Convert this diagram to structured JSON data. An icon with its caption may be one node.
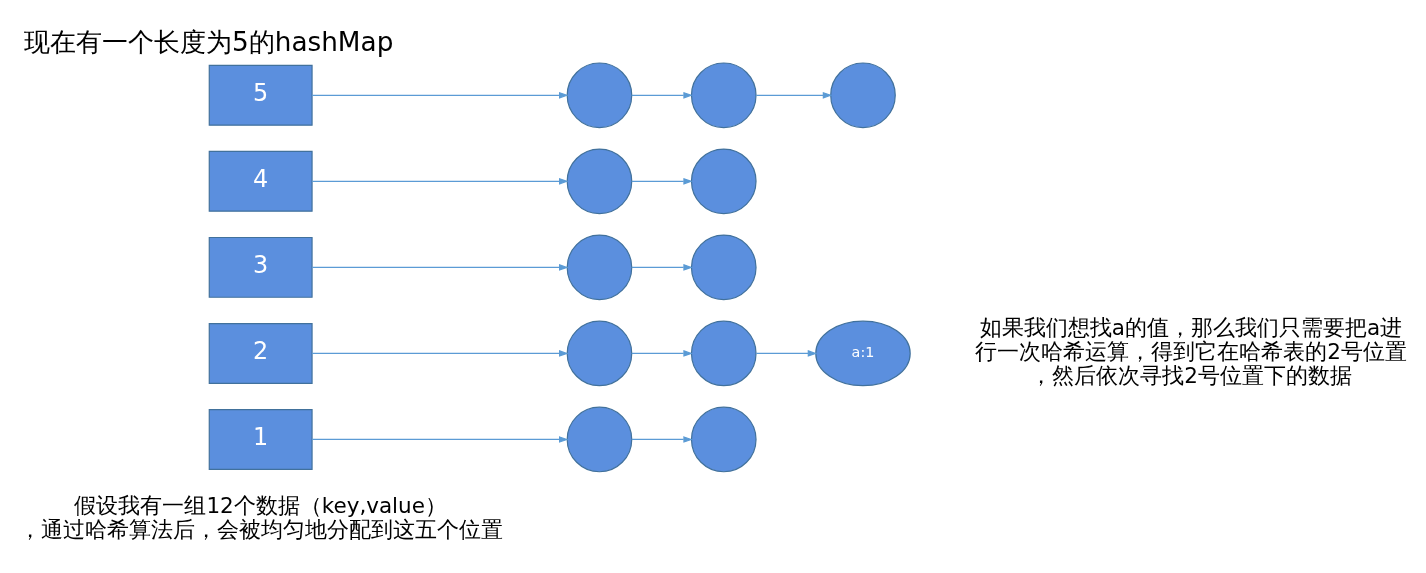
{
  "diagram": {
    "title": "现在有一个长度为5的hashMap",
    "nodes": [
      {
        "text": [
          "1"
        ]
      },
      {
        "text": [
          "2"
        ]
      },
      {
        "text": [
          "3"
        ]
      },
      {
        "text": [
          "4"
        ]
      },
      {
        "text": [
          "5"
        ]
      },
      {
        "text": [],
        "shape": "circle"
      },
      {
        "text": [],
        "shape": "circle"
      },
      {
        "text": [],
        "shape": "circle"
      },
      {
        "text": [],
        "shape": "circle"
      },
      {
        "text": [
          "a:1"
        ]
      },
      {
        "text": [],
        "shape": "circle"
      },
      {
        "text": [],
        "shape": "circle"
      },
      {
        "text": [],
        "shape": "circle"
      },
      {
        "text": [],
        "shape": "circle"
      },
      {
        "text": [],
        "shape": "circle"
      },
      {
        "text": [],
        "shape": "circle"
      },
      {
        "text": [],
        "shape": "circle"
      }
    ],
    "edges": [
      {
        "from": 0,
        "to": 5,
        "arrow": "to"
      },
      {
        "from": 5,
        "to": 6,
        "arrow": "to"
      },
      {
        "from": 1,
        "to": 7,
        "arrow": "to"
      },
      {
        "from": 7,
        "to": 8,
        "arrow": "to"
      },
      {
        "from": 8,
        "to": 9,
        "arrow": "to"
      },
      {
        "from": 2,
        "to": 10,
        "arrow": "to"
      },
      {
        "from": 10,
        "to": 11,
        "arrow": "to"
      },
      {
        "from": 3,
        "to": 12,
        "arrow": "to"
      },
      {
        "from": 12,
        "to": 13,
        "arrow": "to"
      },
      {
        "from": 4,
        "to": 14,
        "arrow": "to"
      },
      {
        "from": 14,
        "to": 15,
        "arrow": "to"
      },
      {
        "from": 15,
        "to": 16,
        "arrow": "to"
      }
    ],
    "labels": [
      "假设我有一组12个数据（key,value），通过哈希算法后，会被均匀地分配到这五个位置",
      "如果我们想找a的值，那么我们只需要把a进行一次哈希运算，得到它在哈希表的2号位置，然后依次寻找2号位置下的数据"
    ]
  }
}
